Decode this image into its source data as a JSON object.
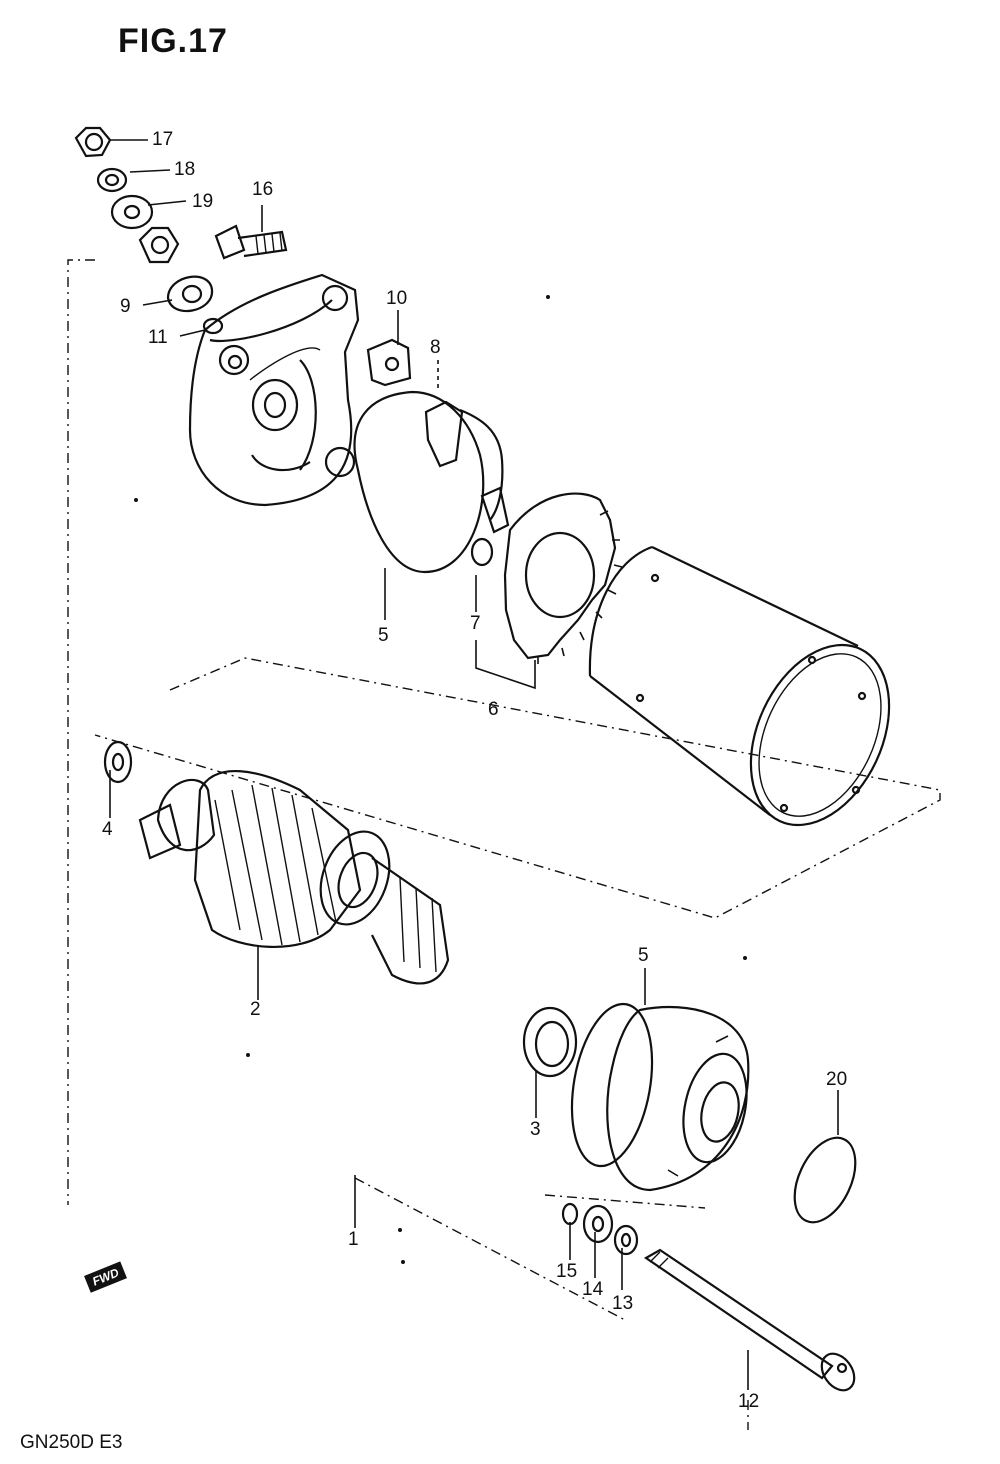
{
  "figure_label": "FIG.17",
  "footer_label": "GN250D E3",
  "direction_label": "FWD",
  "callouts": [
    {
      "id": "c17a",
      "text": "17"
    },
    {
      "id": "c18",
      "text": "18"
    },
    {
      "id": "c19",
      "text": "19"
    },
    {
      "id": "c16",
      "text": "16"
    },
    {
      "id": "c9",
      "text": "9"
    },
    {
      "id": "c11",
      "text": "11"
    },
    {
      "id": "c10",
      "text": "10"
    },
    {
      "id": "c8",
      "text": "8"
    },
    {
      "id": "c5a",
      "text": "5"
    },
    {
      "id": "c7",
      "text": "7"
    },
    {
      "id": "c6",
      "text": "6"
    },
    {
      "id": "c4",
      "text": "4"
    },
    {
      "id": "c2",
      "text": "2"
    },
    {
      "id": "c5b",
      "text": "5"
    },
    {
      "id": "c3",
      "text": "3"
    },
    {
      "id": "c20",
      "text": "20"
    },
    {
      "id": "c1",
      "text": "1"
    },
    {
      "id": "c15",
      "text": "15"
    },
    {
      "id": "c14",
      "text": "14"
    },
    {
      "id": "c13",
      "text": "13"
    },
    {
      "id": "c12",
      "text": "12"
    }
  ],
  "colors": {
    "ink": "#111111",
    "paper": "#ffffff"
  }
}
